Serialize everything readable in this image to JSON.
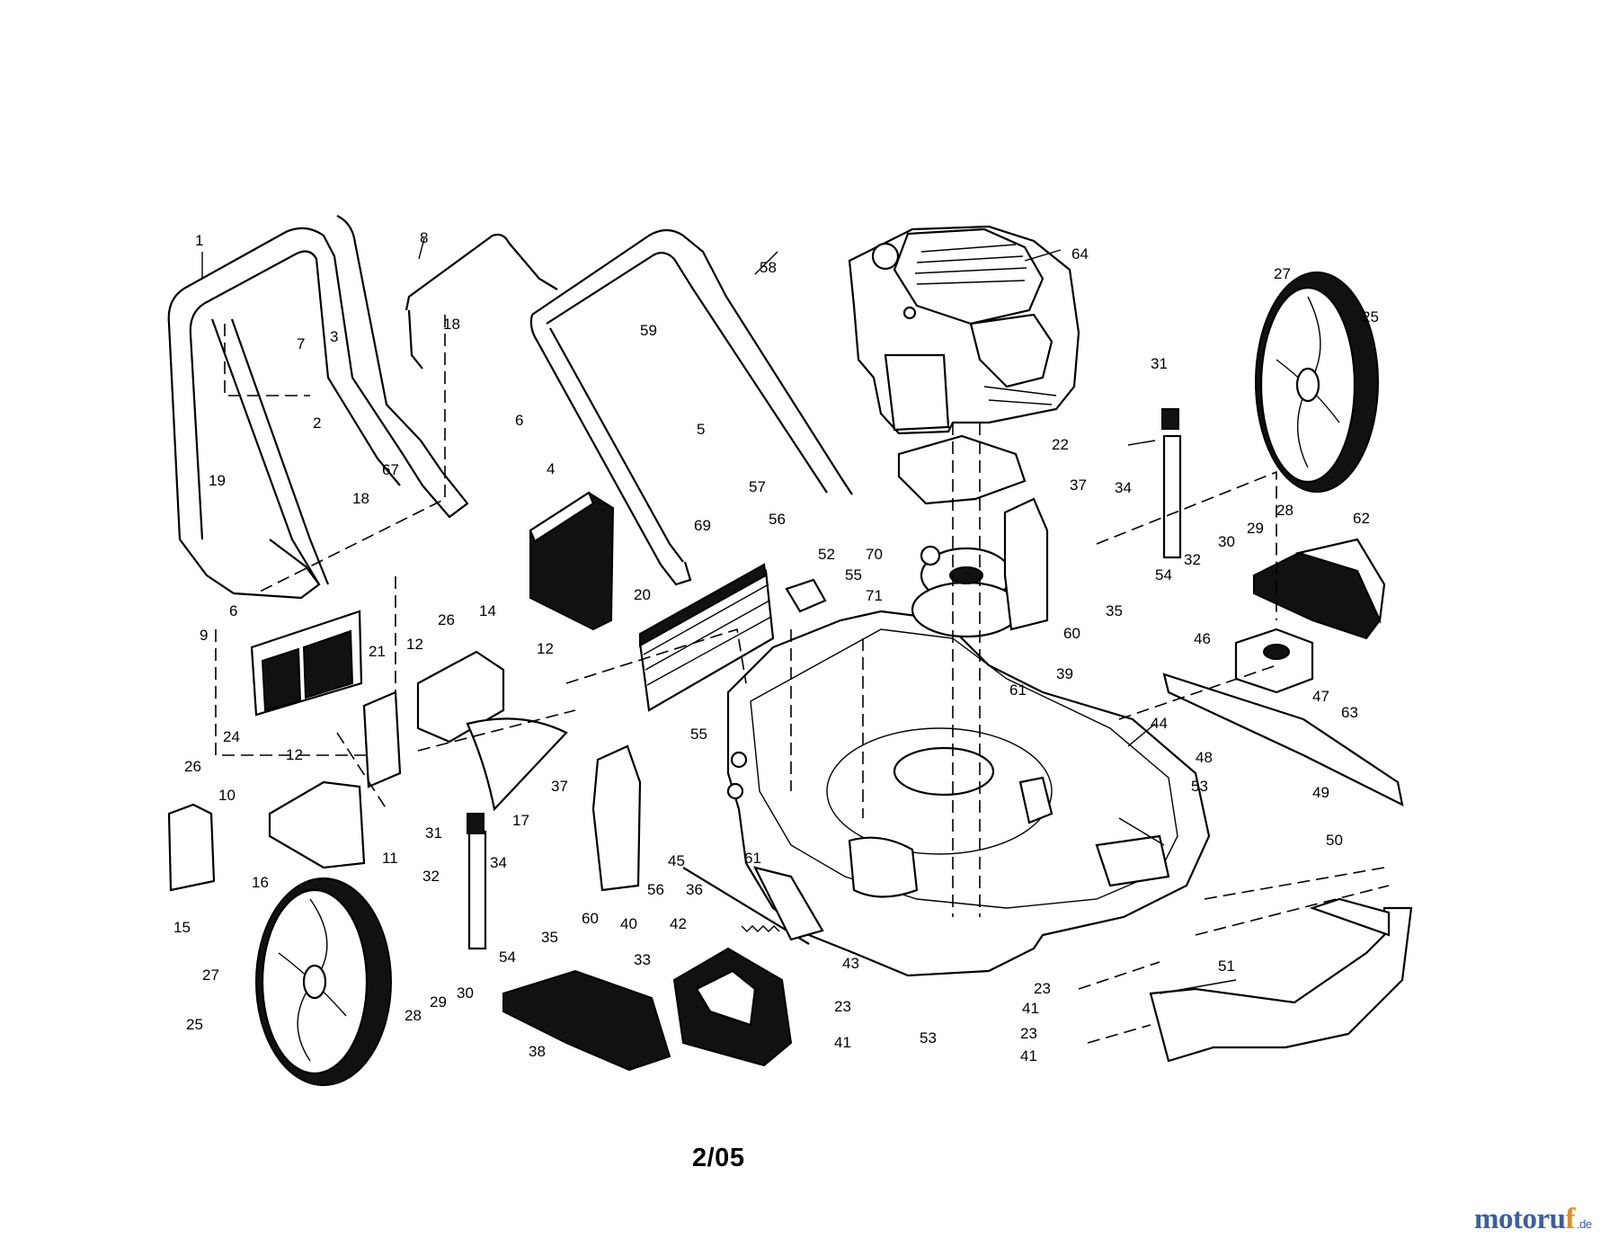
{
  "diagram": {
    "date_code": "2/05",
    "watermark": {
      "part1": "motoru",
      "part2": "f",
      "suffix": ".de"
    },
    "labels": [
      {
        "id": "l1",
        "text": "1"
      },
      {
        "id": "l2",
        "text": "2"
      },
      {
        "id": "l3",
        "text": "3"
      },
      {
        "id": "l4",
        "text": "4"
      },
      {
        "id": "l5",
        "text": "5"
      },
      {
        "id": "l6a",
        "text": "6"
      },
      {
        "id": "l6b",
        "text": "6"
      },
      {
        "id": "l7",
        "text": "7"
      },
      {
        "id": "l8",
        "text": "8"
      },
      {
        "id": "l9",
        "text": "9"
      },
      {
        "id": "l10",
        "text": "10"
      },
      {
        "id": "l11",
        "text": "11"
      },
      {
        "id": "l12a",
        "text": "12"
      },
      {
        "id": "l12b",
        "text": "12"
      },
      {
        "id": "l12c",
        "text": "12"
      },
      {
        "id": "l14",
        "text": "14"
      },
      {
        "id": "l15",
        "text": "15"
      },
      {
        "id": "l16",
        "text": "16"
      },
      {
        "id": "l17",
        "text": "17"
      },
      {
        "id": "l18a",
        "text": "18"
      },
      {
        "id": "l18b",
        "text": "18"
      },
      {
        "id": "l19",
        "text": "19"
      },
      {
        "id": "l20",
        "text": "20"
      },
      {
        "id": "l21",
        "text": "21"
      },
      {
        "id": "l22",
        "text": "22"
      },
      {
        "id": "l23a",
        "text": "23"
      },
      {
        "id": "l23b",
        "text": "23"
      },
      {
        "id": "l23c",
        "text": "23"
      },
      {
        "id": "l24",
        "text": "24"
      },
      {
        "id": "l25a",
        "text": "25"
      },
      {
        "id": "l25b",
        "text": "25"
      },
      {
        "id": "l26a",
        "text": "26"
      },
      {
        "id": "l26b",
        "text": "26"
      },
      {
        "id": "l27a",
        "text": "27"
      },
      {
        "id": "l27b",
        "text": "27"
      },
      {
        "id": "l28a",
        "text": "28"
      },
      {
        "id": "l28b",
        "text": "28"
      },
      {
        "id": "l29a",
        "text": "29"
      },
      {
        "id": "l29b",
        "text": "29"
      },
      {
        "id": "l30a",
        "text": "30"
      },
      {
        "id": "l30b",
        "text": "30"
      },
      {
        "id": "l31a",
        "text": "31"
      },
      {
        "id": "l31b",
        "text": "31"
      },
      {
        "id": "l32a",
        "text": "32"
      },
      {
        "id": "l32b",
        "text": "32"
      },
      {
        "id": "l33",
        "text": "33"
      },
      {
        "id": "l34a",
        "text": "34"
      },
      {
        "id": "l34b",
        "text": "34"
      },
      {
        "id": "l35a",
        "text": "35"
      },
      {
        "id": "l35b",
        "text": "35"
      },
      {
        "id": "l36",
        "text": "36"
      },
      {
        "id": "l37a",
        "text": "37"
      },
      {
        "id": "l37b",
        "text": "37"
      },
      {
        "id": "l38",
        "text": "38"
      },
      {
        "id": "l39",
        "text": "39"
      },
      {
        "id": "l40",
        "text": "40"
      },
      {
        "id": "l41a",
        "text": "41"
      },
      {
        "id": "l41b",
        "text": "41"
      },
      {
        "id": "l41c",
        "text": "41"
      },
      {
        "id": "l42",
        "text": "42"
      },
      {
        "id": "l43",
        "text": "43"
      },
      {
        "id": "l44",
        "text": "44"
      },
      {
        "id": "l45",
        "text": "45"
      },
      {
        "id": "l46",
        "text": "46"
      },
      {
        "id": "l47",
        "text": "47"
      },
      {
        "id": "l48",
        "text": "48"
      },
      {
        "id": "l49",
        "text": "49"
      },
      {
        "id": "l50",
        "text": "50"
      },
      {
        "id": "l51",
        "text": "51"
      },
      {
        "id": "l52",
        "text": "52"
      },
      {
        "id": "l53a",
        "text": "53"
      },
      {
        "id": "l53b",
        "text": "53"
      },
      {
        "id": "l54a",
        "text": "54"
      },
      {
        "id": "l54b",
        "text": "54"
      },
      {
        "id": "l55a",
        "text": "55"
      },
      {
        "id": "l55b",
        "text": "55"
      },
      {
        "id": "l56a",
        "text": "56"
      },
      {
        "id": "l56b",
        "text": "56"
      },
      {
        "id": "l57",
        "text": "57"
      },
      {
        "id": "l58",
        "text": "58"
      },
      {
        "id": "l59",
        "text": "59"
      },
      {
        "id": "l60a",
        "text": "60"
      },
      {
        "id": "l60b",
        "text": "60"
      },
      {
        "id": "l61a",
        "text": "61"
      },
      {
        "id": "l61b",
        "text": "61"
      },
      {
        "id": "l62",
        "text": "62"
      },
      {
        "id": "l63",
        "text": "63"
      },
      {
        "id": "l64",
        "text": "64"
      },
      {
        "id": "l67",
        "text": "67"
      },
      {
        "id": "l69",
        "text": "69"
      },
      {
        "id": "l70",
        "text": "70"
      },
      {
        "id": "l71",
        "text": "71"
      }
    ]
  }
}
